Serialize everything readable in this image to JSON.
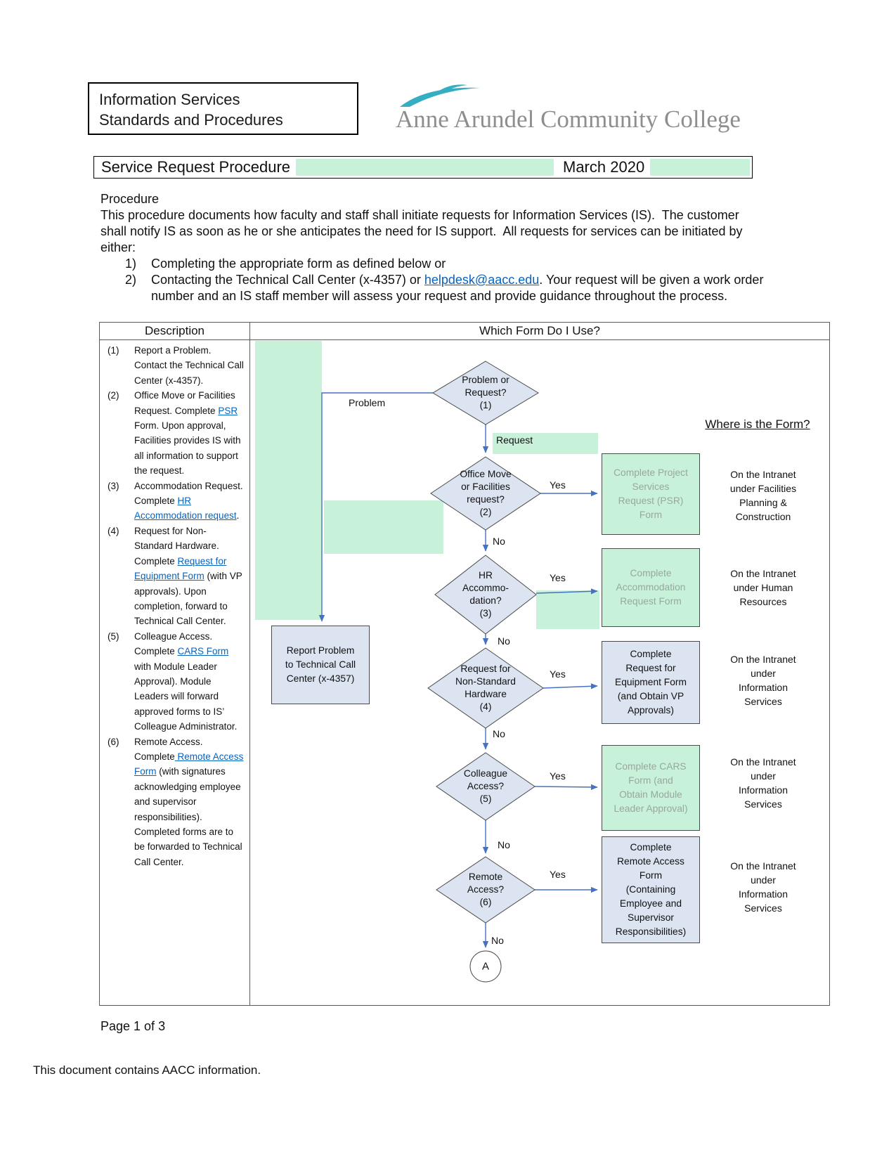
{
  "header_box": {
    "line1": "Information Services",
    "line2": "Standards and Procedures"
  },
  "logo": {
    "text": "Anne Arundel Community College"
  },
  "title_bar": {
    "title": "Service Request Procedure",
    "date": "March 2020"
  },
  "intro": {
    "heading": "Procedure",
    "paragraph": "This procedure documents how faculty and staff shall initiate requests for Information Services (IS).  The customer shall notify IS as soon as he or she anticipates the need for IS support.  All requests for services can be initiated by either:",
    "items": [
      {
        "num": "1)",
        "pre": "Completing the appropriate form as defined below or",
        "link": "",
        "post": ""
      },
      {
        "num": "2)",
        "pre": "Contacting the Technical Call Center (x-4357) or ",
        "link": "helpdesk@aacc.edu",
        "post": ". Your request will be given a work order number and an IS staff member will assess your request and provide guidance throughout the process."
      }
    ]
  },
  "table": {
    "col1_header": "Description",
    "col2_header": "Which Form Do I Use?"
  },
  "descriptions": [
    {
      "num": "(1)",
      "segments": [
        {
          "text": "Report a Problem. Contact the Technical Call Center (x-4357).",
          "link": false
        }
      ]
    },
    {
      "num": "(2)",
      "segments": [
        {
          "text": "Office Move or Facilities Request. Complete ",
          "link": false
        },
        {
          "text": "PSR",
          "link": true
        },
        {
          "text": " Form. Upon approval, Facilities provides IS with all information to support the request.",
          "link": false
        }
      ]
    },
    {
      "num": "(3)",
      "segments": [
        {
          "text": "Accommodation Request. Complete ",
          "link": false
        },
        {
          "text": "HR Accommodation request",
          "link": true
        },
        {
          "text": ".",
          "link": false
        }
      ]
    },
    {
      "num": "(4)",
      "segments": [
        {
          "text": "Request for Non-Standard Hardware. Complete ",
          "link": false
        },
        {
          "text": "Request for Equipment Form",
          "link": true
        },
        {
          "text": " (with VP approvals). Upon completion, forward to Technical Call Center.",
          "link": false
        }
      ]
    },
    {
      "num": "(5)",
      "segments": [
        {
          "text": "Colleague Access. Complete ",
          "link": false
        },
        {
          "text": "CARS Form",
          "link": true
        },
        {
          "text": " with Module Leader Approval). Module Leaders will forward approved forms to IS’ Colleague Administrator.",
          "link": false
        }
      ]
    },
    {
      "num": "(6)",
      "segments": [
        {
          "text": "Remote Access. Complete",
          "link": false
        },
        {
          "text": " Remote Access Form",
          "link": true
        },
        {
          "text": " (with signatures acknowledging employee and supervisor responsibilities). Completed forms are to be forwarded to Technical Call Center.",
          "link": false
        }
      ]
    }
  ],
  "flowchart": {
    "where_is_form": "Where is the Form?",
    "labels": {
      "problem": "Problem",
      "request": "Request"
    },
    "yes": "Yes",
    "no": "No",
    "diamonds": {
      "d1": "Problem or\nRequest?\n(1)",
      "d2": "Office Move\nor Facilities\nrequest?\n(2)",
      "d3": "HR\nAccommo-\ndation?\n(3)",
      "d4": "Request for\nNon-Standard\nHardware\n(4)",
      "d5": "Colleague\nAccess?\n(5)",
      "d6": "Remote\nAccess?\n(6)"
    },
    "boxes": {
      "report": "Report Problem\nto Technical Call\nCenter (x-4357)",
      "psr": "Complete Project\nServices\nRequest (PSR)\nForm",
      "accommodation": "Complete\nAccommodation\nRequest Form",
      "equipment": "Complete\nRequest for\nEquipment Form\n(and Obtain VP\nApprovals)",
      "cars": "Complete CARS\nForm (and\nObtain Module\nLeader Approval)",
      "remote": "Complete\nRemote Access\nForm\n(Containing\nEmployee and\nSupervisor\nResponsibilities)"
    },
    "notes": {
      "n1": "On the Intranet\nunder Facilities\nPlanning &\nConstruction",
      "n2": "On the Intranet\nunder Human\nResources",
      "n3": "On the Intranet\nunder\nInformation\nServices",
      "n4": "On the Intranet\nunder\nInformation\nServices",
      "n5": "On the Intranet\nunder\nInformation\nServices"
    },
    "terminator": "A"
  },
  "footer": {
    "page_label": "Page 1 of 3",
    "note": "This document contains AACC information."
  },
  "colors": {
    "highlight_green": "#c8f1d9",
    "shape_lavender": "#dce4f1",
    "arrow_blue": "#4472c4",
    "link_blue": "#0563c1",
    "logo_teal": "#35aec4",
    "logo_gray": "#8e8e8e"
  }
}
